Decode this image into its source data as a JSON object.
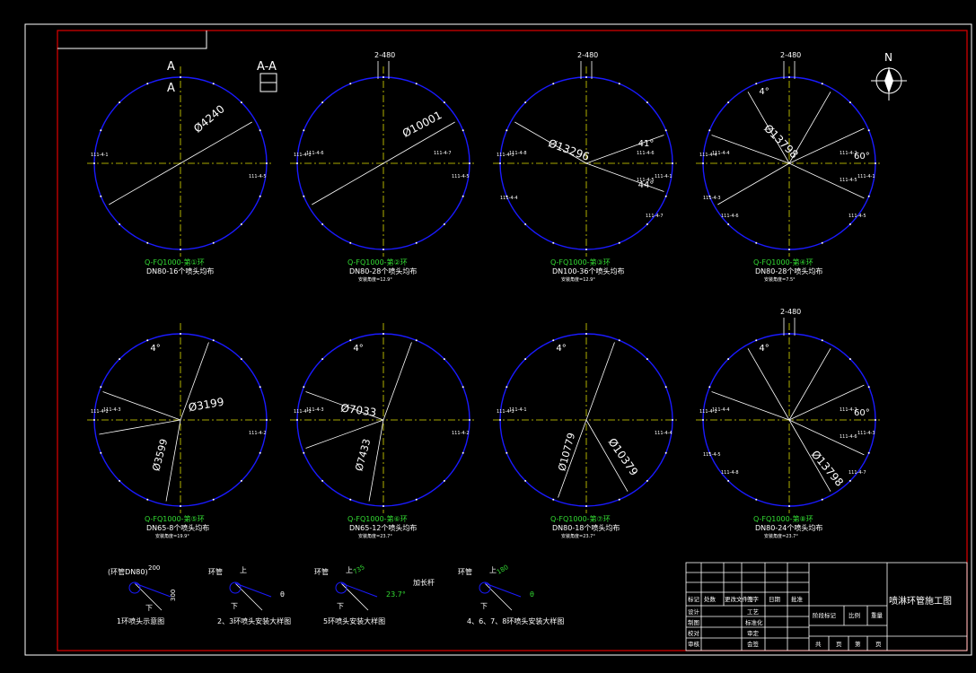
{
  "colors": {
    "background": "#000000",
    "outer_border": "#ffffff",
    "inner_border": "#e00000",
    "circle": "#1a1aff",
    "centerline": "#dddd00",
    "text": "#ffffff",
    "caption": "#33dd33",
    "table_line": "#ffffff"
  },
  "compass": {
    "label": "N"
  },
  "section_view": {
    "label": "A-A",
    "marks": [
      "A",
      "A"
    ]
  },
  "rings": [
    {
      "id": 1,
      "dim": "Ø4240",
      "caption": "Q-FQ1000-第①环",
      "sub": "DN80-16个喷头均布",
      "note": "",
      "top_dim": "",
      "angles": [],
      "labels": [
        "111-4-1",
        "111-4-5"
      ]
    },
    {
      "id": 2,
      "dim": "Ø10001",
      "caption": "Q-FQ1000-第②环",
      "sub": "DN80-28个喷头均布",
      "note": "安装角度=12.9°",
      "top_dim": "2-480",
      "angles": [],
      "labels": [
        "111-4-1",
        "111-4-5",
        "111-4-6",
        "111-4-7"
      ]
    },
    {
      "id": 3,
      "dim": "Ø13296",
      "caption": "Q-FQ1000-第③环",
      "sub": "DN100-36个喷头均布",
      "note": "安装角度=12.9°",
      "top_dim": "2-480",
      "angles": [
        "41°",
        "44°"
      ],
      "labels": [
        "111-4-3",
        "111-4-1",
        "111-4-8",
        "111-4-6",
        "111-4-5",
        "111-4-4",
        "111-4-7"
      ]
    },
    {
      "id": 4,
      "dim": "Ø13798",
      "caption": "Q-FQ1000-第④环",
      "sub": "DN80-28个喷头均布",
      "note": "安装角度=7.5°",
      "top_dim": "2-480",
      "angles": [
        "4°",
        "60°"
      ],
      "labels": [
        "111-4-4",
        "111-4-1",
        "111-4-4",
        "111-4-2",
        "111-4-5",
        "111-4-3",
        "111-4-5",
        "111-4-6"
      ]
    },
    {
      "id": 5,
      "dim": "Ø3199",
      "dim2": "Ø3599",
      "caption": "Q-FQ1000-第⑤环",
      "sub": "DN65-8个喷头均布",
      "note": "安装角度=19.9°",
      "top_dim": "",
      "angles": [
        "4°"
      ],
      "labels": [
        "111-4-1",
        "111-4-2",
        "111-4-3"
      ]
    },
    {
      "id": 6,
      "dim": "Ø7033",
      "dim2": "Ø7433",
      "caption": "Q-FQ1000-第⑥环",
      "sub": "DN65-12个喷头均布",
      "note": "安装角度=23.7°",
      "top_dim": "",
      "angles": [
        "4°"
      ],
      "labels": [
        "111-4-1",
        "111-4-2",
        "111-4-3"
      ]
    },
    {
      "id": 7,
      "dim": "Ø10379",
      "dim2": "Ø10779",
      "caption": "Q-FQ1000-第⑦环",
      "sub": "DN80-18个喷头均布",
      "note": "安装角度=23.7°",
      "top_dim": "",
      "angles": [
        "4°"
      ],
      "labels": [
        "111-4-3",
        "111-4-4",
        "111-4-1"
      ]
    },
    {
      "id": 8,
      "dim": "Ø13798",
      "caption": "Q-FQ1000-第⑧环",
      "sub": "DN80-24个喷头均布",
      "note": "安装角度=23.7°",
      "top_dim": "2-480",
      "angles": [
        "4°",
        "60°"
      ],
      "labels": [
        "111-4-1",
        "111-4-3",
        "111-4-4",
        "111-4-2",
        "111-4-6",
        "111-4-5",
        "111-4-7",
        "111-4-8"
      ]
    }
  ],
  "details": [
    {
      "title": "1环喷头示意图",
      "top": "(环管DN80)",
      "dim1": "200",
      "dim2": "300",
      "label": "下"
    },
    {
      "title": "2、3环喷头安装大样图",
      "top": "环管",
      "mark_up": "上",
      "mark_down": "下",
      "angle": "θ"
    },
    {
      "title": "5环喷头安装大样图",
      "top": "环管",
      "mark_up": "上",
      "mark_down": "下",
      "len": "735",
      "angle": "23.7°",
      "rod": "加长杆"
    },
    {
      "title": "4、6、7、8环喷头安装大样图",
      "top": "环管",
      "mark_up": "上",
      "mark_down": "下",
      "len": "180",
      "angle": "θ"
    }
  ],
  "title_block": {
    "drawing_title": "喷淋环管施工图",
    "row_labels": [
      "标记",
      "处数",
      "更改文件号",
      "签字",
      "日期"
    ],
    "left_labels": [
      "设计",
      "制图",
      "校对",
      "审核"
    ],
    "mid_labels": [
      "工艺",
      "标准化",
      "审定",
      "会签"
    ],
    "stage_labels": [
      "阶段标记",
      "比例",
      "重量"
    ],
    "sheet_labels": [
      "共",
      "页",
      "第",
      "页"
    ],
    "extra": "批准"
  }
}
